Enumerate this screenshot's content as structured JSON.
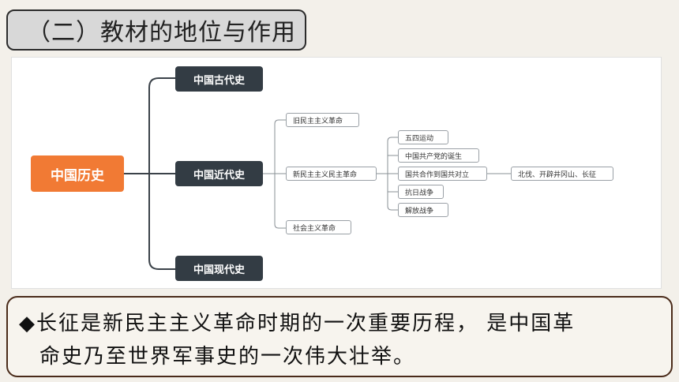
{
  "title": "（二）教材的地位与作用",
  "diagram": {
    "root": "中国历史",
    "ancient": "中国古代史",
    "modern": "中国近代史",
    "contemporary": "中国现代史",
    "old_revolution": "旧民主主义革命",
    "new_revolution": "新民主主义民主革命",
    "socialist_revolution": "社会主义革命",
    "may_fourth": "五四运动",
    "cpc_founding": "中国共产党的诞生",
    "kmt_cpc": "国共合作到国共对立",
    "anti_japanese": "抗日战争",
    "liberation": "解放战争",
    "events": "北伐、开辟井冈山、长征"
  },
  "statement": {
    "bullet": "◆",
    "line1": "长征是新民主主义革命时期的一次重要历程， 是中国革",
    "line2": "命史乃至世界军事史的一次伟大壮举。"
  }
}
